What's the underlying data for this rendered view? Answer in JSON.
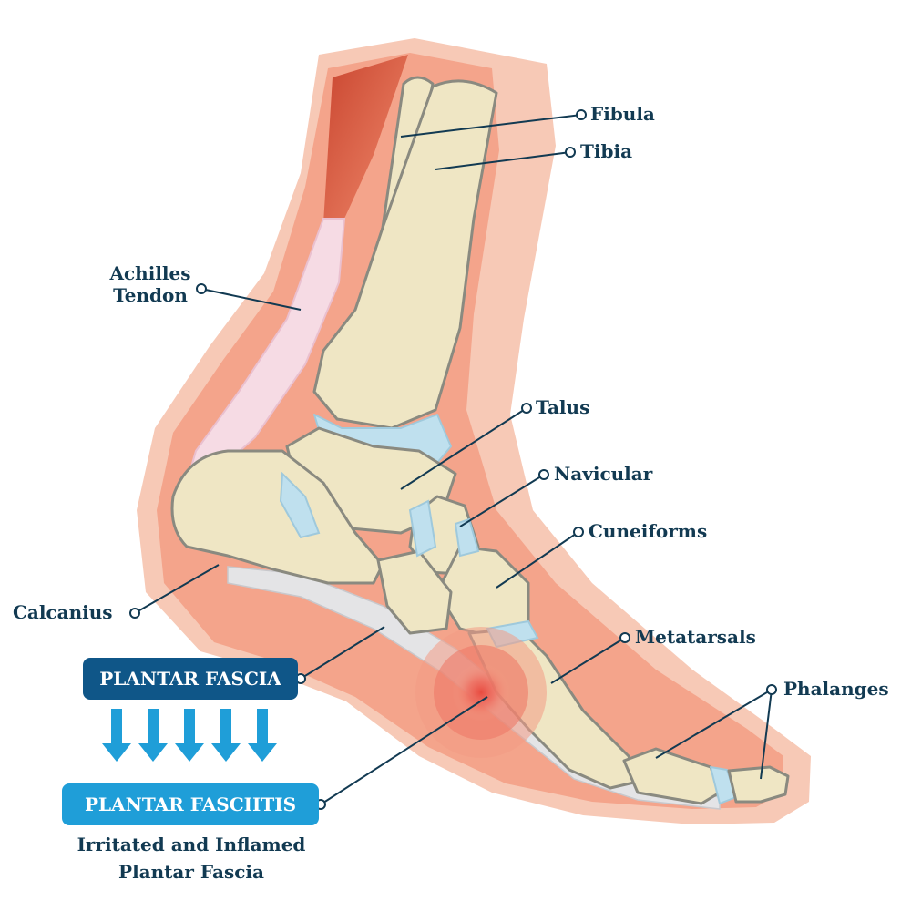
{
  "labels": {
    "fibula": "Fibula",
    "tibia": "Tibia",
    "achilles_line1": "Achilles",
    "achilles_line2": "Tendon",
    "talus": "Talus",
    "navicular": "Navicular",
    "cuneiforms": "Cuneiforms",
    "calcanius": "Calcanius",
    "metatarsals": "Metatarsals",
    "phalanges": "Phalanges"
  },
  "badges": {
    "plantar_fascia": "PLANTAR FASCIA",
    "plantar_fasciitis": "PLANTAR FASCIITIS"
  },
  "caption": {
    "line1": "Irritated and Inflamed",
    "line2": "Plantar Fascia"
  },
  "colors": {
    "skin_outer": "#f7c9b6",
    "skin_inner": "#f4a48b",
    "bone": "#efe6c4",
    "bone_outline": "#8a8a80",
    "cartilage": "#bfe0ee",
    "tendon": "#f6dbe4",
    "muscle": "#e0684e",
    "fascia": "#e4e4e6",
    "inflammation": "#e8473c",
    "leader_line": "#123a52",
    "badge_dark": "#0f5688",
    "badge_light": "#1f9ed8",
    "arrow": "#1f9ed8"
  }
}
